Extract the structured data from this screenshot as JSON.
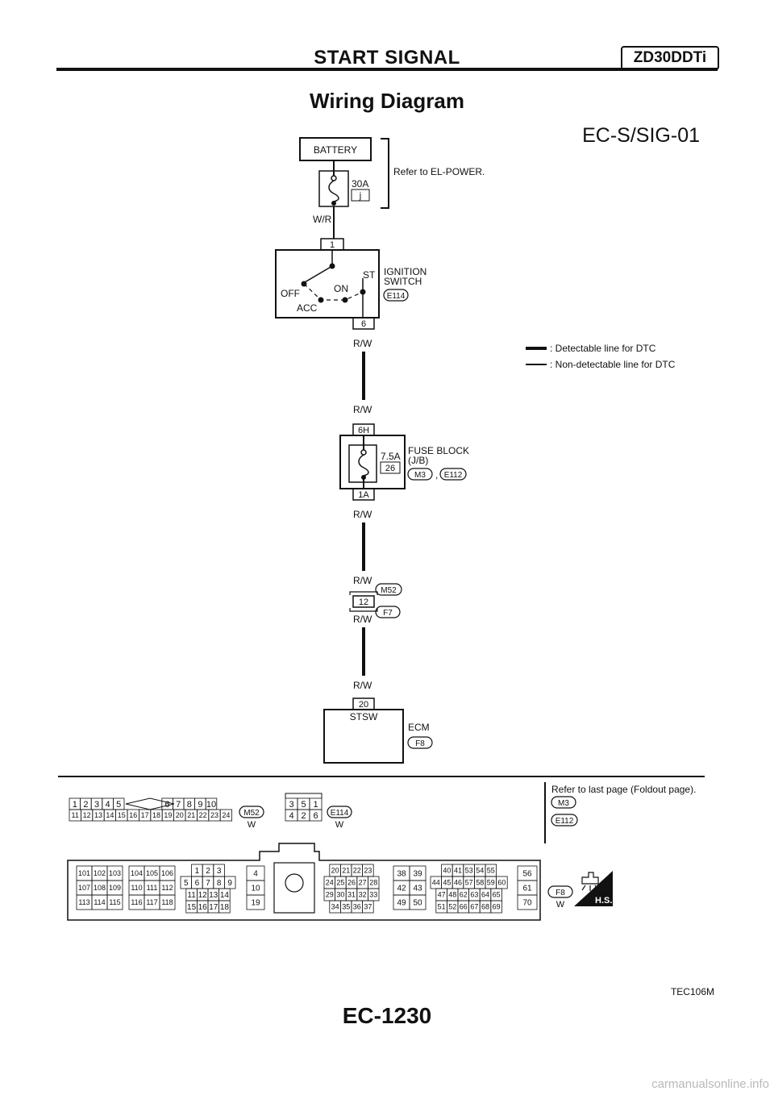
{
  "header": {
    "title": "START SIGNAL",
    "engine": "ZD30DDTi",
    "subtitle": "Wiring Diagram"
  },
  "diagram_id": "EC-S/SIG-01",
  "battery": {
    "label": "BATTERY",
    "note": "Refer to EL-POWER.",
    "fuse_amp": "30A",
    "fuse_id": "j"
  },
  "wires": {
    "wr": "W/R",
    "rw": "R/W"
  },
  "ignition": {
    "terminal_in": "1",
    "terminal_out": "6",
    "label_line1": "IGNITION",
    "label_line2": "SWITCH",
    "connector": "E114",
    "pos_off": "OFF",
    "pos_acc": "ACC",
    "pos_on": "ON",
    "pos_st": "ST"
  },
  "legend": {
    "detectable": ": Detectable line for DTC",
    "non_detectable": ": Non-detectable line for DTC"
  },
  "fuse_block": {
    "terminal_in": "6H",
    "terminal_out": "1A",
    "amp": "7.5A",
    "fuse_no": "26",
    "label_line1": "FUSE BLOCK",
    "label_line2": "(J/B)",
    "connector_a": "M3",
    "sep": ",",
    "connector_b": "E112"
  },
  "joint": {
    "terminal": "12",
    "connector_top": "M52",
    "connector_bottom": "F7"
  },
  "ecm": {
    "terminal": "20",
    "terminal_name": "STSW",
    "label": "ECM",
    "connector": "F8"
  },
  "connectors": {
    "m52": {
      "id": "M52",
      "color": "W",
      "row1": [
        "1",
        "2",
        "3",
        "4",
        "5",
        "6",
        "7",
        "8",
        "9",
        "10"
      ],
      "row2": [
        "11",
        "12",
        "13",
        "14",
        "15",
        "16",
        "17",
        "18",
        "19",
        "20",
        "21",
        "22",
        "23",
        "24"
      ]
    },
    "e114": {
      "id": "E114",
      "color": "W",
      "row1": [
        "3",
        "5",
        "1"
      ],
      "row2": [
        "4",
        "2",
        "6"
      ]
    },
    "f8": {
      "id": "F8",
      "color": "W",
      "hs_label": "H.S."
    },
    "refer_text": "Refer to last page (Foldout page).",
    "refer_m3": "M3",
    "refer_e112": "E112"
  },
  "f8_blocks": [
    {
      "rows": [
        [
          "101",
          "102",
          "103"
        ],
        [
          "107",
          "108",
          "109"
        ],
        [
          "113",
          "114",
          "115"
        ]
      ]
    },
    {
      "rows": [
        [
          "104",
          "105",
          "106"
        ],
        [
          "110",
          "111",
          "112"
        ],
        [
          "116",
          "117",
          "118"
        ]
      ]
    },
    {
      "rows": [
        [
          "1",
          "2",
          "3"
        ],
        [
          "5",
          "6",
          "7",
          "8",
          "9"
        ],
        [
          "11",
          "12",
          "13",
          "14"
        ],
        [
          "15",
          "16",
          "17",
          "18"
        ]
      ]
    },
    {
      "rows": [
        [
          "4"
        ],
        [
          "10"
        ],
        [
          "19"
        ]
      ]
    },
    {
      "rows": [
        [
          "20",
          "21",
          "22",
          "23"
        ],
        [
          "24",
          "25",
          "26",
          "27",
          "28"
        ],
        [
          "29",
          "30",
          "31",
          "32",
          "33"
        ],
        [
          "34",
          "35",
          "36",
          "37"
        ]
      ]
    },
    {
      "rows": [
        [
          "38",
          "39"
        ],
        [
          "42",
          "43"
        ],
        [
          "49",
          "50"
        ]
      ]
    },
    {
      "rows": [
        [
          "40",
          "41",
          "53",
          "54",
          "55"
        ],
        [
          "44",
          "45",
          "46",
          "57",
          "58",
          "59",
          "60"
        ],
        [
          "47",
          "48",
          "62",
          "63",
          "64",
          "65"
        ],
        [
          "51",
          "52",
          "66",
          "67",
          "68",
          "69"
        ]
      ]
    },
    {
      "rows": [
        [
          "56"
        ],
        [
          "61"
        ],
        [
          "70"
        ]
      ]
    }
  ],
  "figure_code": "TEC106M",
  "page_number": "EC-1230",
  "watermark": "carmanualsonline.info"
}
